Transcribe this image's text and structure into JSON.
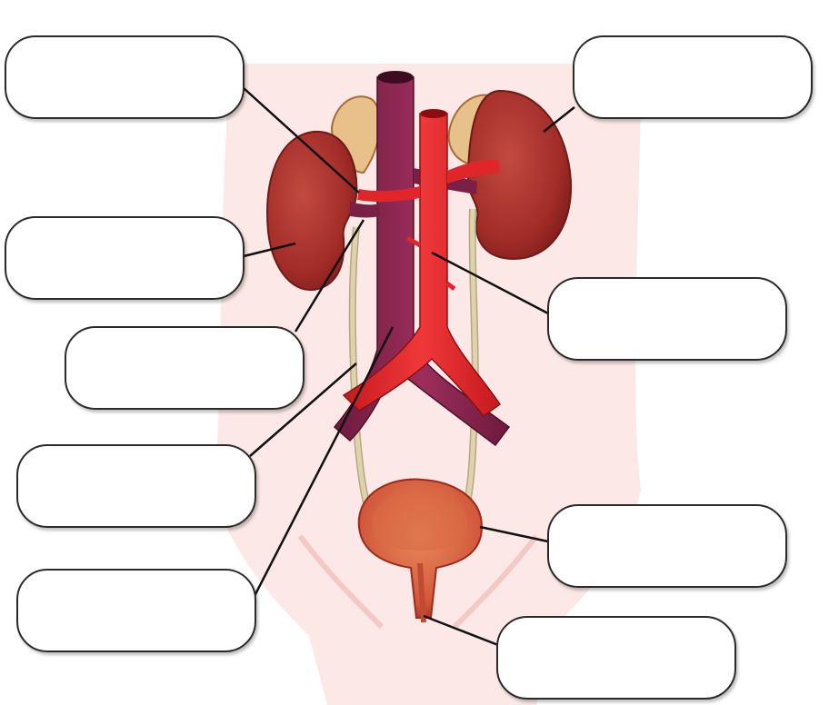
{
  "colors": {
    "background": "#ffffff",
    "body_silhouette": "#fbe4e2",
    "vein": "#8a2450",
    "artery": "#e0262a",
    "kidney": "#a8302c",
    "adrenal": "#e8c08a",
    "ureter": "#d8ceaa",
    "bladder": "#d9553f",
    "leader_line": "#111111"
  },
  "labels": [
    {
      "id": "box-1",
      "text": "",
      "points_to": "renal-vein"
    },
    {
      "id": "box-2",
      "text": "",
      "points_to": "left-kidney"
    },
    {
      "id": "box-3",
      "text": "",
      "points_to": "right-kidney"
    },
    {
      "id": "box-4",
      "text": "",
      "points_to": "aorta"
    },
    {
      "id": "box-5",
      "text": "",
      "points_to": "renal-artery"
    },
    {
      "id": "box-6",
      "text": "",
      "points_to": "ureter"
    },
    {
      "id": "box-7",
      "text": "",
      "points_to": "bladder"
    },
    {
      "id": "box-8",
      "text": "",
      "points_to": "inferior-vena-cava"
    },
    {
      "id": "box-9",
      "text": "",
      "points_to": "urethra"
    }
  ]
}
